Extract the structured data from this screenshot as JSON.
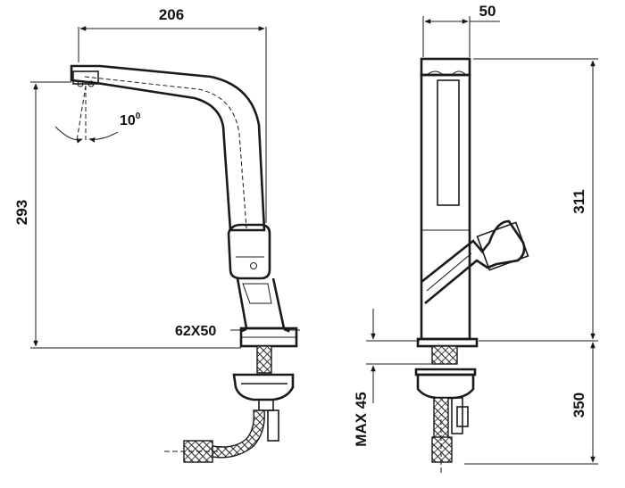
{
  "dimensions": {
    "spout_reach": "206",
    "tap_width": "50",
    "spout_angle": "10",
    "angle_unit": "0",
    "height_to_outlet": "293",
    "total_height": "311",
    "base_size": "62X50",
    "max_deck": "MAX 45",
    "hose_length": "350"
  },
  "colors": {
    "ink": "#1a1a1a",
    "background": "#ffffff"
  }
}
